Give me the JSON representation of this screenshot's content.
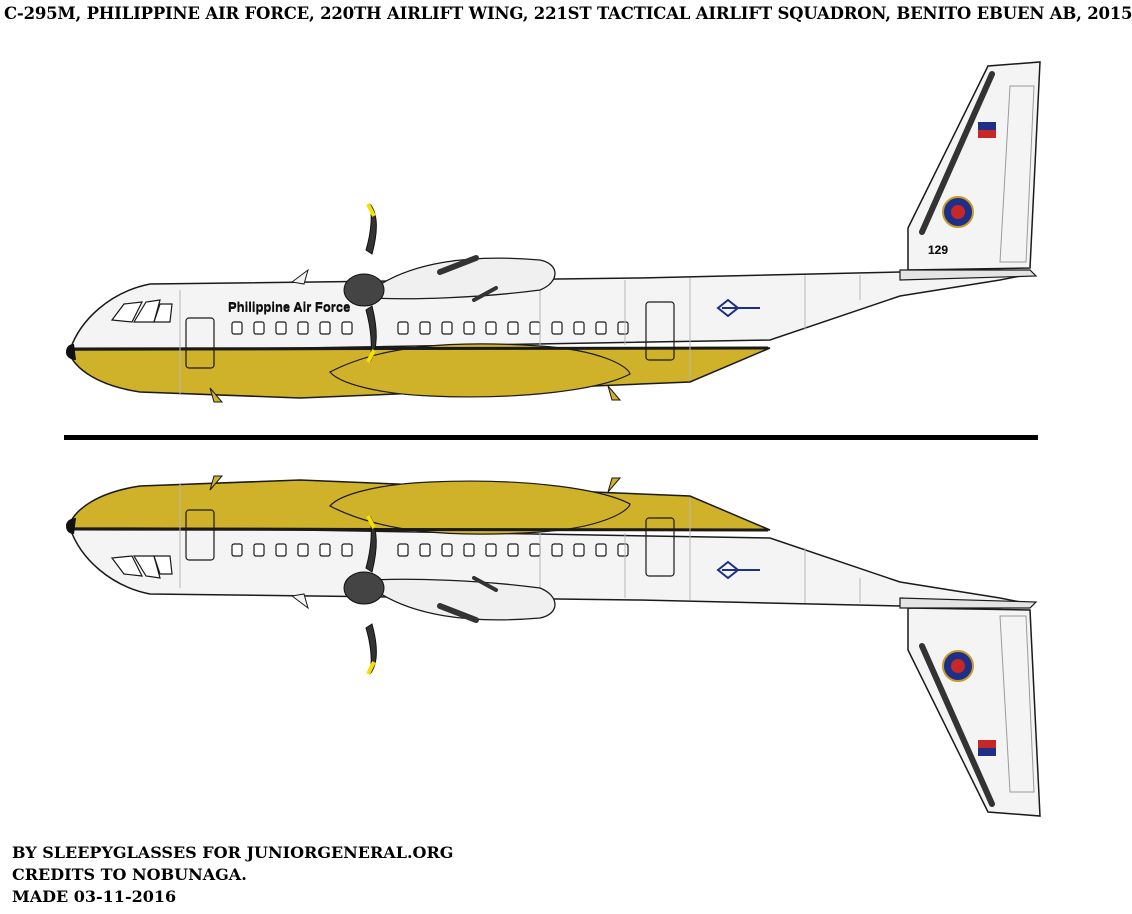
{
  "header": {
    "title": "C-295M, PHILIPPINE AIR FORCE,  220TH AIRLIFT WING, 221ST TACTICAL AIRLIFT SQUADRON, BENITO EBUEN AB, 2015"
  },
  "aircraft": {
    "fuselage_text": "Philippine Air Force",
    "tail_number": "129"
  },
  "credits": {
    "line1": "BY SLEEPYGLASSES FOR JUNIORGENERAL.ORG",
    "line2": "CREDITS TO NOBUNAGA.",
    "line3": "MADE 03-11-2016"
  },
  "colors": {
    "gold": "#cfb12a",
    "fuselage_white": "#f4f4f4",
    "outline": "#1a1a1a",
    "panel_line": "#b8b8b8",
    "blade_tip": "#f5e000",
    "insignia_blue": "#1d2f86"
  }
}
